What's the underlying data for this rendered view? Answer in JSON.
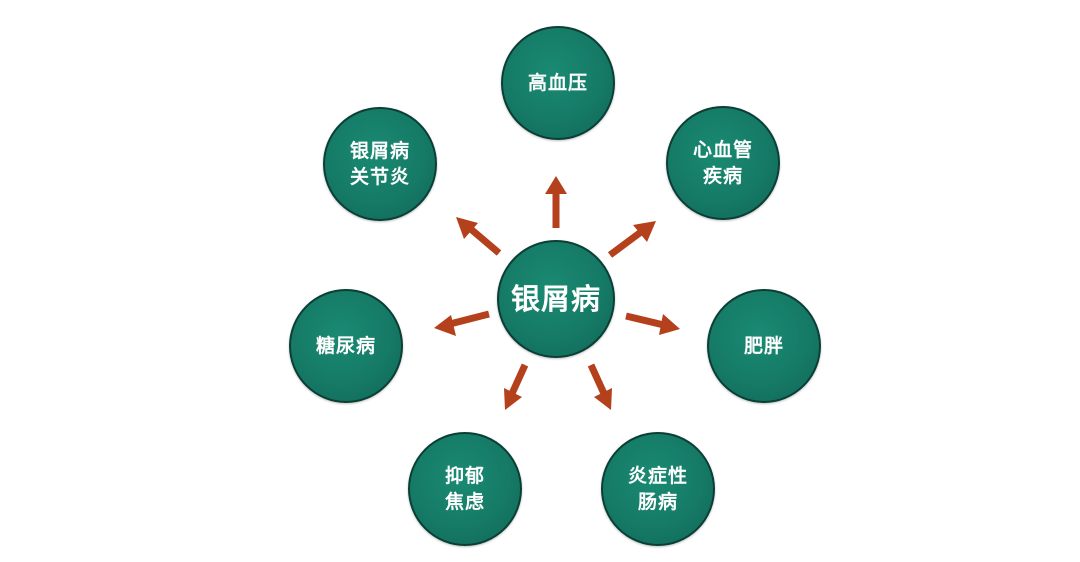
{
  "center": {
    "label": "银屑病"
  },
  "nodes": [
    {
      "id": "hypertension",
      "label": "高血压"
    },
    {
      "id": "cardiovascular",
      "label": "心血管\n疾病"
    },
    {
      "id": "obesity",
      "label": "肥胖"
    },
    {
      "id": "ibd",
      "label": "炎症性\n肠病"
    },
    {
      "id": "depression",
      "label": "抑郁\n焦虑"
    },
    {
      "id": "diabetes",
      "label": "糖尿病"
    },
    {
      "id": "psoriatic-arthritis",
      "label": "银屑病\n关节炎"
    }
  ],
  "colors": {
    "node_fill": "#157a66",
    "node_border": "#0b3f35",
    "arrow": "#b5401c",
    "text": "#ffffff"
  }
}
